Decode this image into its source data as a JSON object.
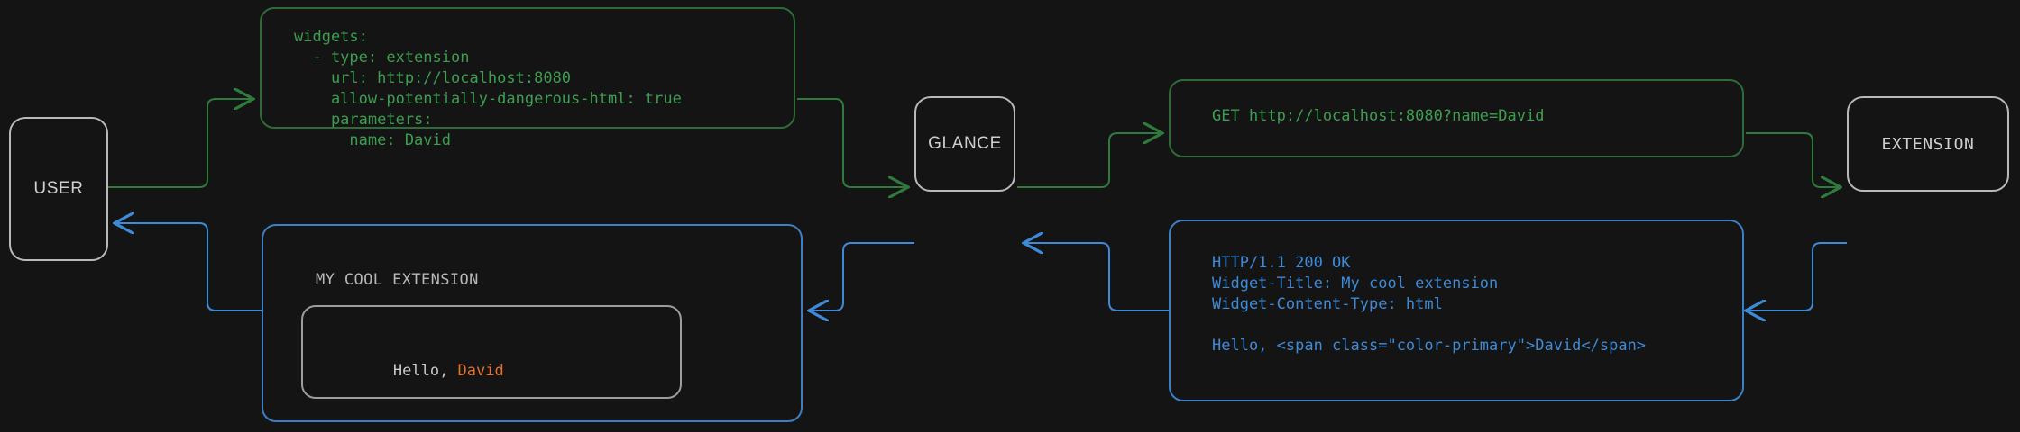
{
  "theme": {
    "background": "#141414",
    "node_border": "#b9b9b9",
    "node_text": "#cfcfcf",
    "green": "#3d9e50",
    "green_border": "#2f6b38",
    "blue": "#3f8ad6",
    "blue_border": "#3c7fc4",
    "accent_orange": "#e8702a",
    "card_border": "#9d9d9d",
    "card_text": "#c8c8c8"
  },
  "nodes": {
    "user": {
      "label": "USER"
    },
    "glance": {
      "label": "GLANCE"
    },
    "extension": {
      "label": "EXTENSION"
    }
  },
  "panels": {
    "config": {
      "code": "widgets:\n  - type: extension\n    url: http://localhost:8080\n    allow-potentially-dangerous-html: true\n    parameters:\n      name: David"
    },
    "request": {
      "code": "GET http://localhost:8080?name=David"
    },
    "response": {
      "code": "HTTP/1.1 200 OK\nWidget-Title: My cool extension\nWidget-Content-Type: html\n\nHello, <span class=\"color-primary\">David</span>"
    },
    "widget": {
      "title": "MY COOL EXTENSION",
      "card_prefix": "Hello, ",
      "card_accent": "David"
    }
  },
  "flows": {
    "request_color": "#3d9e50",
    "response_color": "#3f8ad6",
    "steps": [
      "USER -> config",
      "config -> GLANCE",
      "GLANCE -> request",
      "request -> EXTENSION",
      "EXTENSION -> response",
      "response -> GLANCE",
      "GLANCE -> widget",
      "widget -> USER"
    ]
  }
}
